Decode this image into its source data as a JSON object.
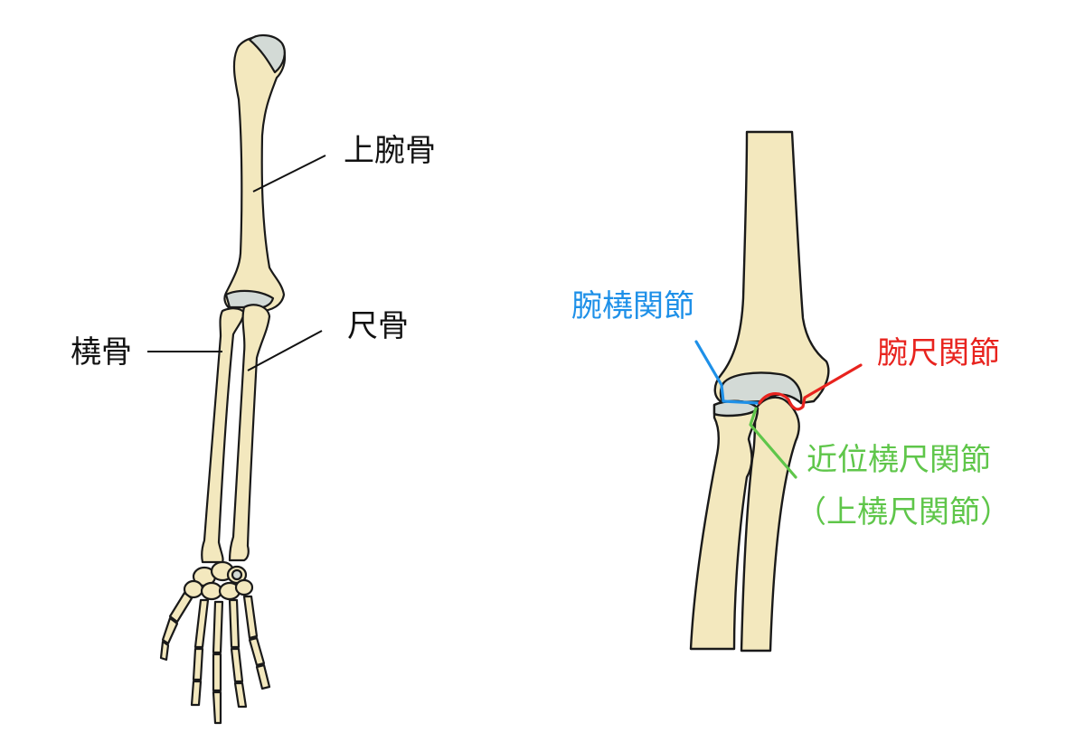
{
  "labels": {
    "humerus": "上腕骨",
    "ulna": "尺骨",
    "radius": "橈骨",
    "humeroradial": "腕橈関節",
    "humeroulnar": "腕尺関節",
    "proximal_radioulnar": "近位橈尺関節",
    "superior_radioulnar": "（上橈尺関節）"
  },
  "colors": {
    "bone_fill": "#f3e8be",
    "bone_shade": "#e5d59a",
    "cartilage": "#d3dad6",
    "outline": "#1a1a1a",
    "humeroradial": "#1e90e8",
    "humeroulnar": "#e8231e",
    "radioulnar": "#5fc64a"
  }
}
